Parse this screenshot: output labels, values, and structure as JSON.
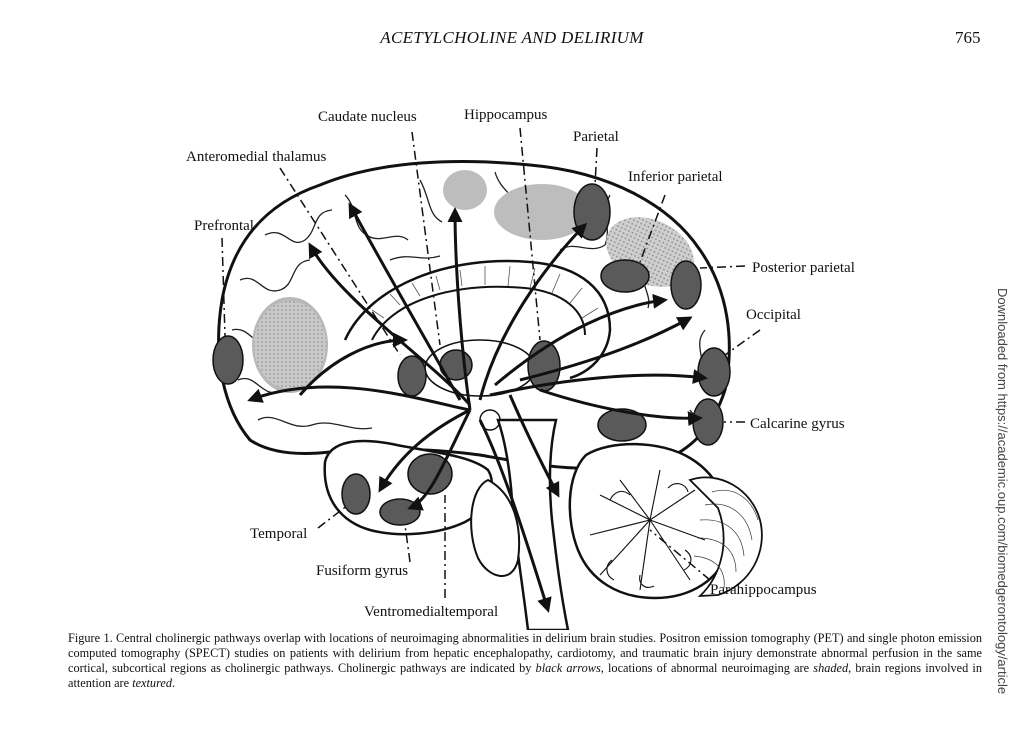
{
  "header": {
    "running_title": "ACETYLCHOLINE AND DELIRIUM",
    "page_number": "765"
  },
  "side_note": "Downloaded from https://academic.oup.com/biomedgerontology/article",
  "figure": {
    "labels": {
      "caudate": "Caudate nucleus",
      "hippocampus": "Hippocampus",
      "parietal": "Parietal",
      "anteromedial_thalamus": "Anteromedial thalamus",
      "inferior_parietal": "Inferior parietal",
      "prefrontal": "Prefrontal",
      "posterior_parietal": "Posterior parietal",
      "occipital": "Occipital",
      "calcarine": "Calcarine gyrus",
      "temporal": "Temporal",
      "fusiform": "Fusiform gyrus",
      "ventromedial": "Ventromedialtemporal",
      "parahippocampus": "Parahippocampus"
    }
  },
  "caption": {
    "label": "Figure 1.",
    "text_1": "Central cholinergic pathways overlap with locations of neuroimaging abnormalities in delirium brain studies. Positron emission tomography (PET) and single photon emission computed tomography (SPECT) studies on patients with delirium from hepatic encephalopathy, cardiotomy, and traumatic brain injury demonstrate abnormal perfusion in the same cortical, subcortical regions as cholinergic pathways. Cholinergic pathways are indicated by ",
    "em_arrows": "black arrows",
    "text_2": ", locations of abnormal neuroimaging are ",
    "em_shaded": "shaded",
    "text_3": ", brain regions involved in attention are ",
    "em_textured": "textured",
    "text_4": "."
  }
}
